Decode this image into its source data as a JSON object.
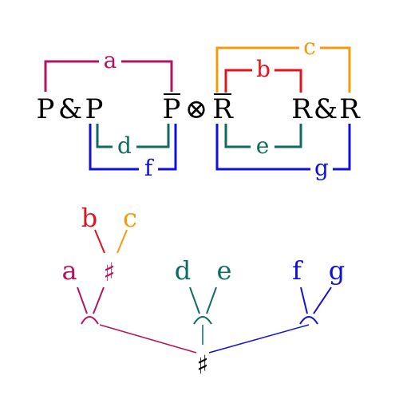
{
  "colors": {
    "magenta": "#b5135f",
    "red": "#e0141e",
    "orange": "#f29b0c",
    "teal": "#0f6b5e",
    "blue": "#1010d8",
    "black": "#000000"
  },
  "formula": {
    "left_p1": "P",
    "left_amp": "&",
    "left_p2": "P",
    "mid_pbar": "P",
    "tensor": "⊗",
    "mid_rbar": "R",
    "right_r1": "R",
    "right_amp": "&",
    "right_r2": "R"
  },
  "links": {
    "a": "a",
    "b": "b",
    "c": "c",
    "d": "d",
    "e": "e",
    "f": "f",
    "g": "g"
  },
  "tree": {
    "leaf_a": "a",
    "leaf_b": "b",
    "leaf_c": "c",
    "leaf_d": "d",
    "leaf_e": "e",
    "leaf_f": "f",
    "leaf_g": "g",
    "inner_sharp": "♯",
    "root_sharp": "♯"
  }
}
